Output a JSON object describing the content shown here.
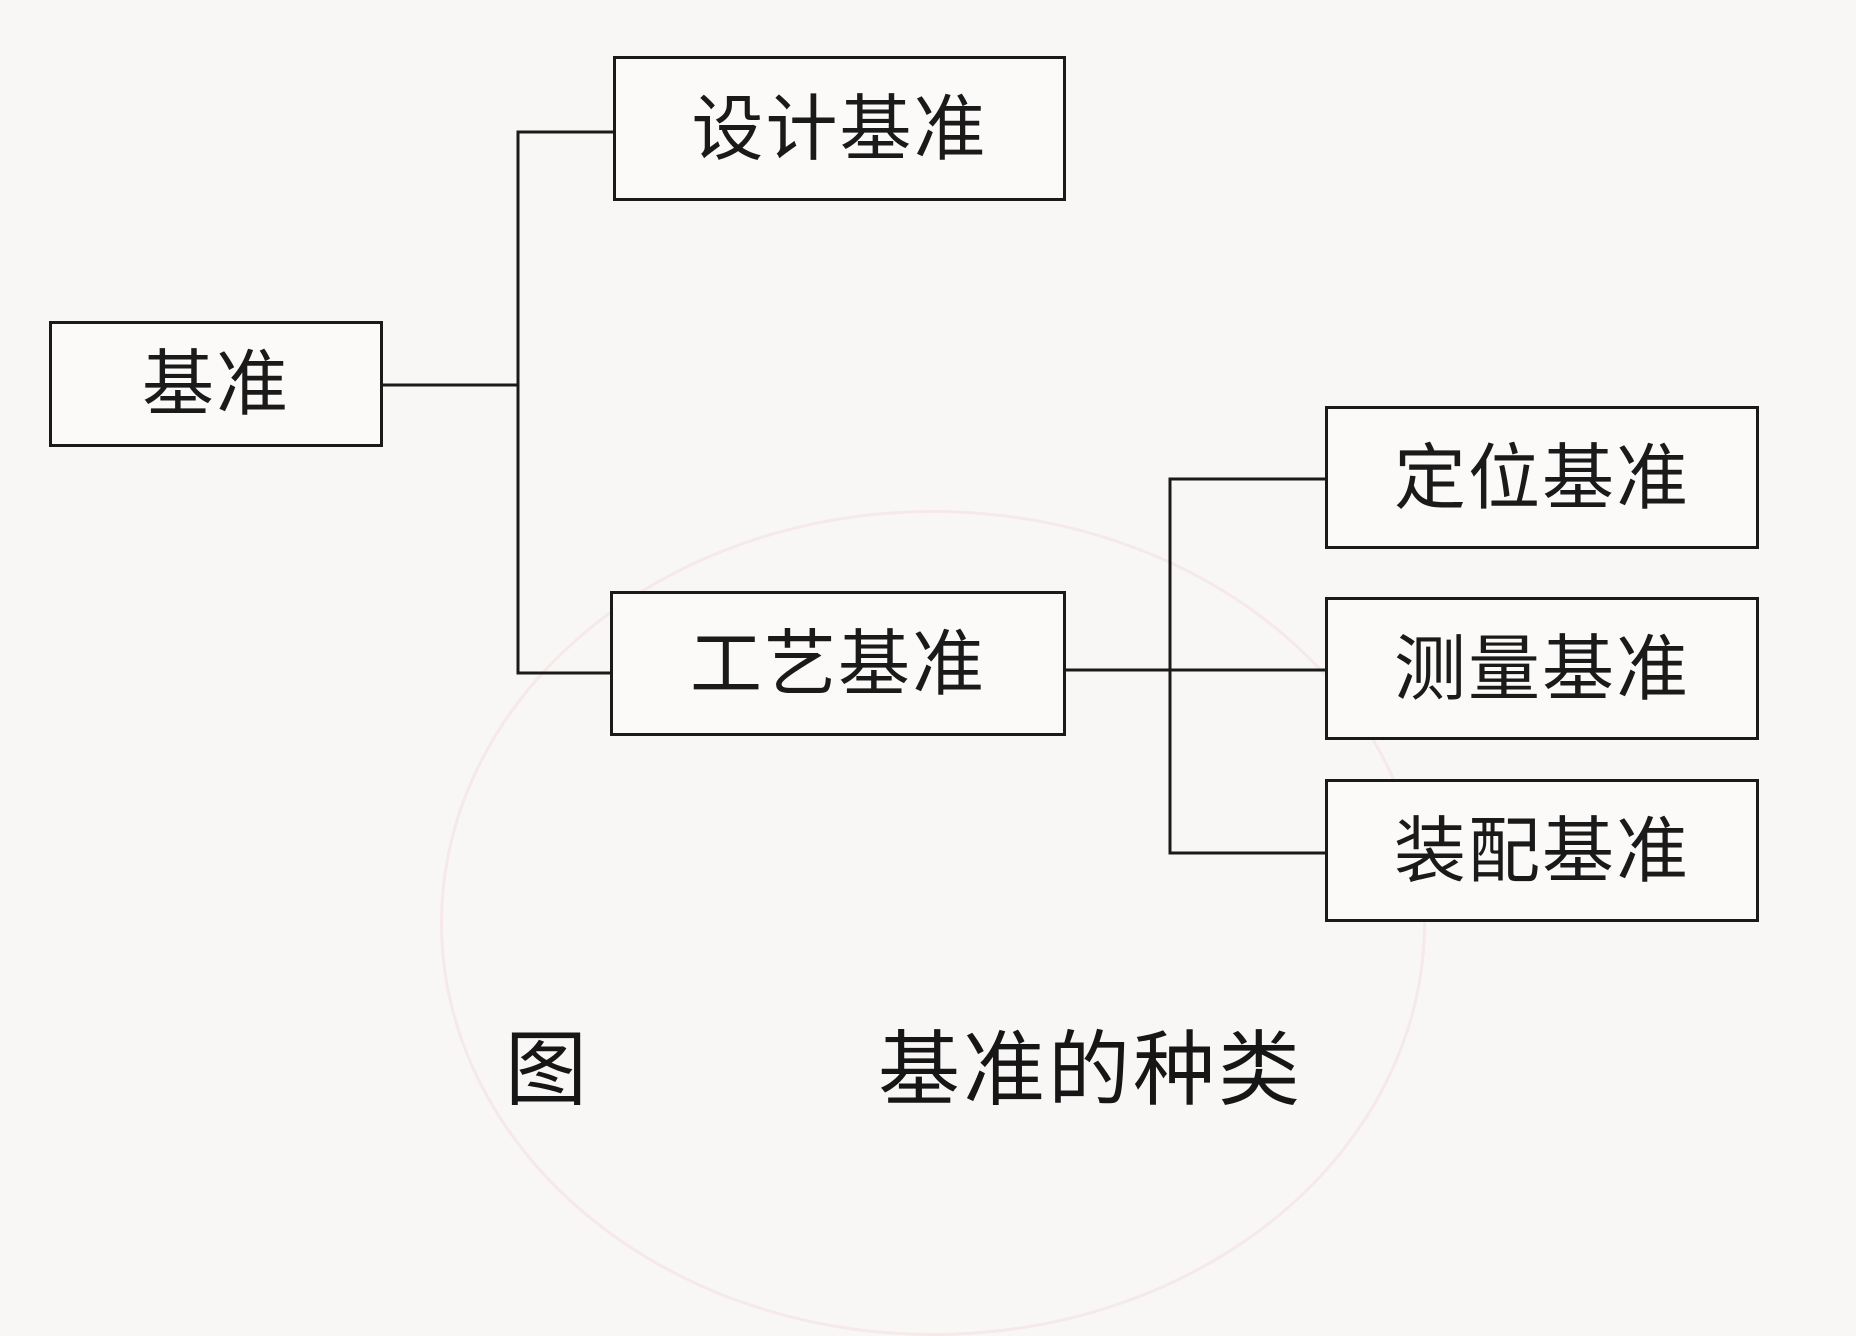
{
  "diagram": {
    "root": {
      "label": "基准"
    },
    "children": [
      {
        "label": "设计基准"
      },
      {
        "label": "工艺基准"
      }
    ],
    "process_children": [
      {
        "label": "定位基准"
      },
      {
        "label": "测量基准"
      },
      {
        "label": "装配基准"
      }
    ]
  },
  "caption": {
    "label": "图",
    "title": "基准的种类"
  }
}
